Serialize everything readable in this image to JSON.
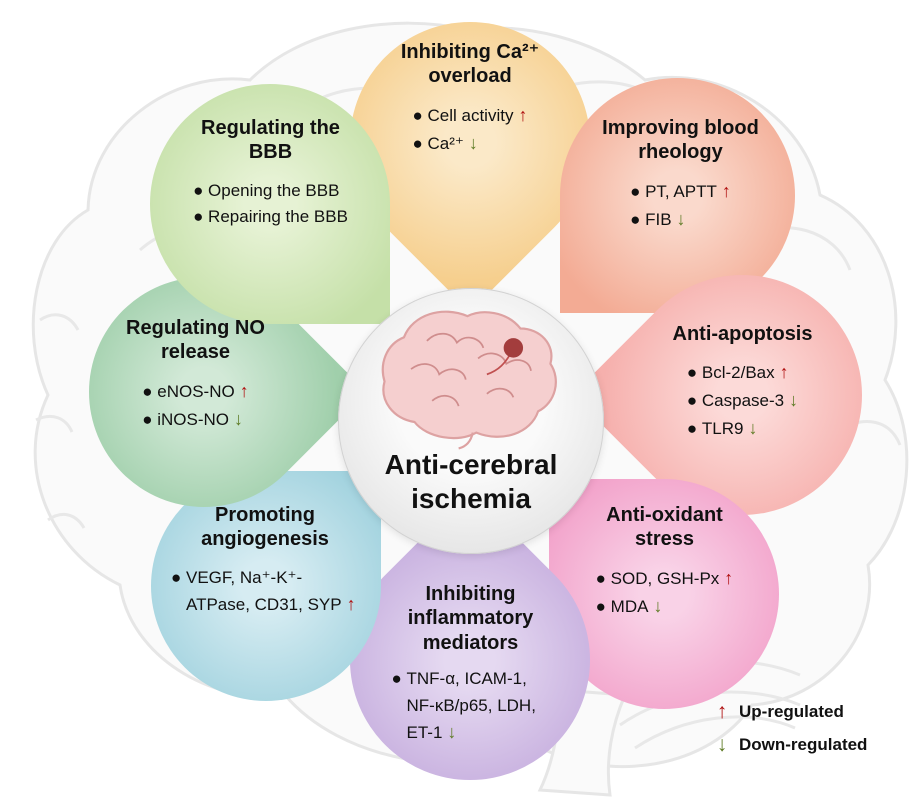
{
  "center": {
    "title": "Anti-cerebral ischemia"
  },
  "glyphs": {
    "bullet": "●",
    "up": "↑",
    "down": "↓"
  },
  "colors": {
    "up_arrow": "#b01111",
    "down_arrow": "#5d7a23",
    "center_circle": "#e4e4e4",
    "text": "#111111"
  },
  "petals": [
    {
      "title": "Inhibiting Ca²⁺ overload",
      "color": "#f6cf8e",
      "color_light": "#fbe9c8",
      "items": [
        {
          "text": "Cell activity",
          "arrow": "up"
        },
        {
          "text": "Ca²⁺",
          "arrow": "down"
        }
      ]
    },
    {
      "title": "Improving blood rheology",
      "color": "#f3ab94",
      "color_light": "#fad9cc",
      "items": [
        {
          "text": "PT, APTT",
          "arrow": "up"
        },
        {
          "text": "FIB",
          "arrow": "down"
        }
      ]
    },
    {
      "title": "Anti-apoptosis",
      "color": "#f6b0ad",
      "color_light": "#fcdad8",
      "items": [
        {
          "text": "Bcl-2/Bax",
          "arrow": "up"
        },
        {
          "text": "Caspase-3",
          "arrow": "down"
        },
        {
          "text": "TLR9",
          "arrow": "down"
        }
      ]
    },
    {
      "title": "Anti-oxidant stress",
      "color": "#f2a2ca",
      "color_light": "#f9d2e7",
      "items": [
        {
          "text": "SOD, GSH-Px",
          "arrow": "up"
        },
        {
          "text": "MDA",
          "arrow": "down"
        }
      ]
    },
    {
      "title": "Inhibiting inflammatory mediators",
      "color": "#c6aede",
      "color_light": "#e5d9f1",
      "items": [
        {
          "text": "TNF-α, ICAM-1, NF-κB/p65, LDH, ET-1",
          "arrow": "down"
        }
      ]
    },
    {
      "title": "Promoting angiogenesis",
      "color": "#a3d3df",
      "color_light": "#d6ecf2",
      "items": [
        {
          "text": "VEGF, Na⁺-K⁺-ATPase, CD31, SYP",
          "arrow": "up"
        }
      ]
    },
    {
      "title": "Regulating NO release",
      "color": "#a0cfab",
      "color_light": "#d2e9d7",
      "items": [
        {
          "text": "eNOS-NO",
          "arrow": "up"
        },
        {
          "text": "iNOS-NO",
          "arrow": "down"
        }
      ]
    },
    {
      "title": "Regulating the BBB",
      "color": "#c5e0a8",
      "color_light": "#e6f2d4",
      "items": [
        {
          "text": "Opening the BBB"
        },
        {
          "text": "Repairing the BBB"
        }
      ]
    }
  ],
  "legend": [
    {
      "arrow": "up",
      "label": "Up-regulated"
    },
    {
      "arrow": "down",
      "label": "Down-regulated"
    }
  ]
}
